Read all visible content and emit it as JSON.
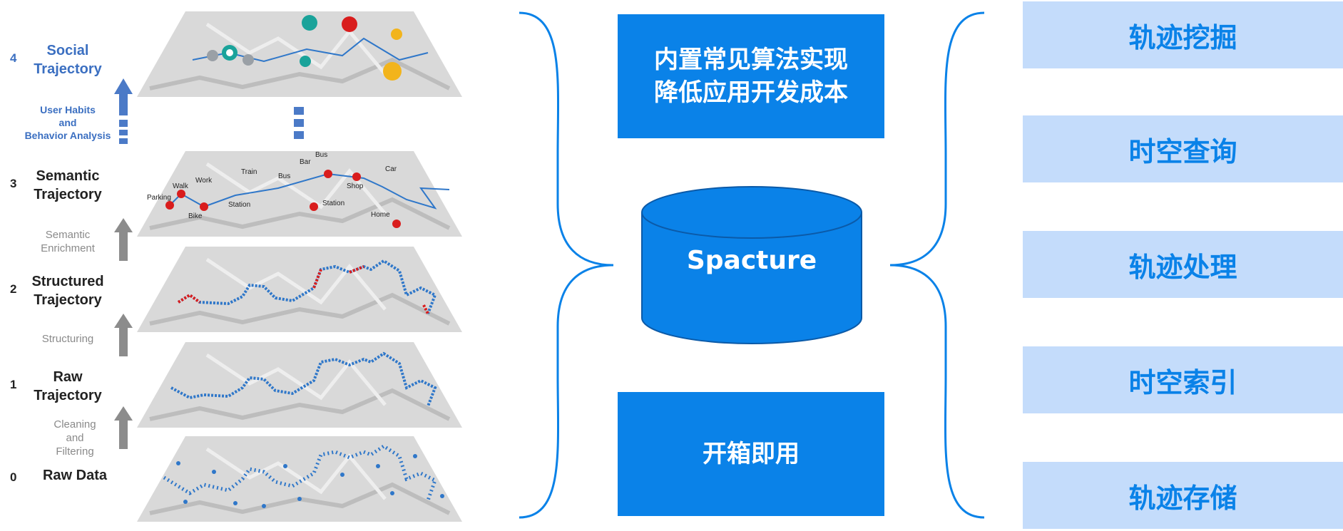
{
  "pyramid": {
    "levels": [
      {
        "num": "4",
        "title_1": "Social",
        "title_2": "Trajectory"
      },
      {
        "num": "3",
        "title_1": "Semantic",
        "title_2": "Trajectory"
      },
      {
        "num": "2",
        "title_1": "Structured",
        "title_2": "Trajectory"
      },
      {
        "num": "1",
        "title_1": "Raw",
        "title_2": "Trajectory"
      },
      {
        "num": "0",
        "title_1": "Raw Data"
      }
    ],
    "steps": [
      {
        "l1": "User Habits",
        "l2": "and",
        "l3": "Behavior Analysis"
      },
      {
        "l1": "Semantic",
        "l2": "Enrichment"
      },
      {
        "l1": "Structuring"
      },
      {
        "l1": "Cleaning",
        "l2": "and",
        "l3": "Filtering"
      }
    ],
    "poi_labels": {
      "walk": "Walk",
      "work": "Work",
      "train": "Train",
      "bar": "Bar",
      "bus1": "Bus",
      "bus2": "Bus",
      "car": "Car",
      "shop": "Shop",
      "parking": "Parking",
      "bike": "Bike",
      "station1": "Station",
      "station2": "Station",
      "home": "Home"
    },
    "colors": {
      "route": "#2f77c9",
      "poi": "#d91d1d",
      "blue_arrow": "#4b7ac7",
      "gray_arrow": "#8c8c8c"
    }
  },
  "middle": {
    "top_box": {
      "line1": "内置常见算法实现",
      "line2": "降低应用开发成本"
    },
    "center": "Spacture",
    "bottom_box": "开箱即用",
    "accent": "#0a82e8"
  },
  "capabilities": [
    "轨迹挖掘",
    "时空查询",
    "轨迹处理",
    "时空索引",
    "轨迹存储"
  ]
}
